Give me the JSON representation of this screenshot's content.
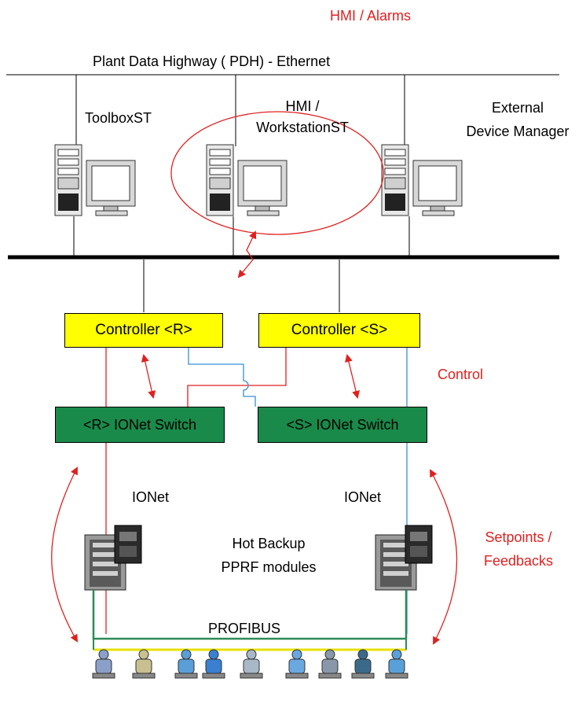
{
  "labels": {
    "hmi_alarms": "HMI  / Alarms",
    "pdh": "Plant Data Highway ( PDH) - Ethernet",
    "toolbox": "ToolboxST",
    "hmi_ws_line1": "HMI  /",
    "hmi_ws_line2": "WorkstationST",
    "edm_line1": "External",
    "edm_line2": "Device Manager",
    "controller_r": "Controller  <R>",
    "controller_s": "Controller  <S>",
    "control": "Control",
    "switch_r": "<R> IONet Switch",
    "switch_s": "<S> IONet Switch",
    "ionet_left": "IONet",
    "ionet_right": "IONet",
    "hot_backup_line1": "Hot Backup",
    "hot_backup_line2": "PPRF modules",
    "setpoints_line1": "Setpoints  /",
    "setpoints_line2": "Feedbacks",
    "profibus": "PROFIBUS"
  },
  "colors": {
    "red_path": "#e02020",
    "blue_path": "#3a8fd8",
    "controller_fill": "#ffff00",
    "switch_fill": "#1a8a4a",
    "profibus_green": "#2e8b57",
    "profibus_yellow": "#e8e000"
  },
  "icons": [
    "computer-icon",
    "pprf-module-icon",
    "field-device-icon"
  ]
}
